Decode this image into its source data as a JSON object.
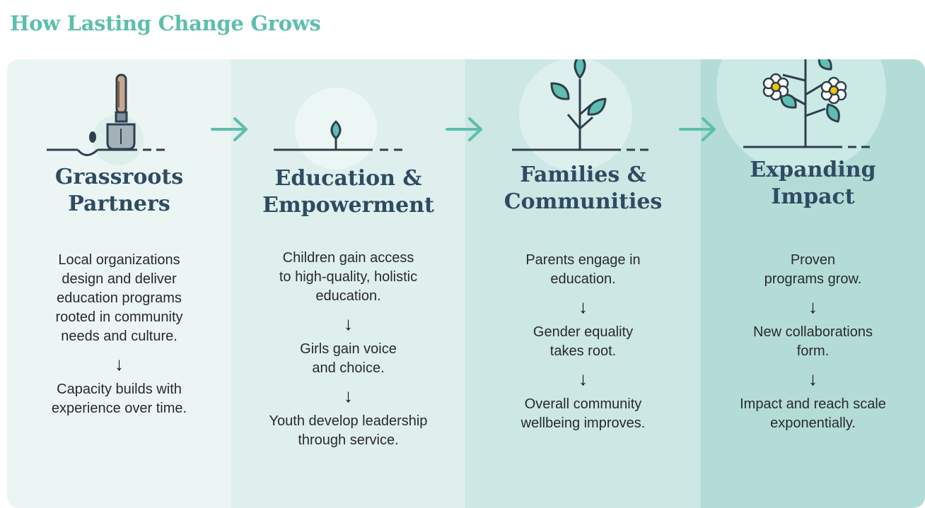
{
  "title": "How Lasting Change Grows",
  "colors": {
    "title": "#5cbfab",
    "heading": "#2f4b62",
    "arrow": "#5cbfab",
    "panels": [
      "#ebf5f4",
      "#deefed",
      "#cce7e4",
      "#b3dcd7"
    ]
  },
  "stages": [
    {
      "heading": [
        "Grassroots",
        "Partners"
      ],
      "icon": "trowel-planting-seed-icon",
      "steps": [
        [
          "Local organizations",
          "design and deliver",
          "education programs",
          "rooted in community",
          "needs and culture."
        ],
        [
          "Capacity builds with",
          "experience over time."
        ]
      ]
    },
    {
      "heading": [
        "Education &",
        "Empowerment"
      ],
      "icon": "sprout-icon",
      "steps": [
        [
          "Children gain access",
          "to high-quality, holistic",
          "education."
        ],
        [
          "Girls gain voice",
          "and choice."
        ],
        [
          "Youth develop leadership",
          "through service."
        ]
      ]
    },
    {
      "heading": [
        "Families &",
        "Communities"
      ],
      "icon": "young-plant-icon",
      "steps": [
        [
          "Parents engage in",
          "education."
        ],
        [
          "Gender equality",
          "takes root."
        ],
        [
          "Overall community",
          "wellbeing improves."
        ]
      ]
    },
    {
      "heading": [
        "Expanding",
        "Impact"
      ],
      "icon": "flowering-plant-icon",
      "steps": [
        [
          "Proven",
          "programs grow."
        ],
        [
          "New collaborations",
          "form."
        ],
        [
          "Impact and reach scale",
          "exponentially."
        ]
      ]
    }
  ],
  "down_arrow": "↓"
}
